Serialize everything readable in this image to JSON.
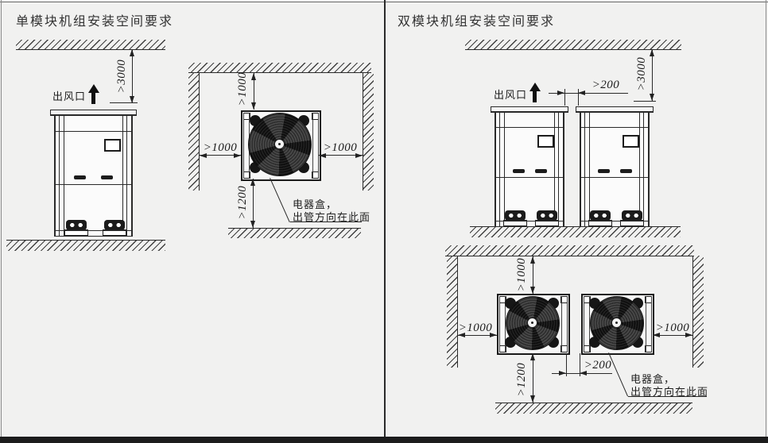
{
  "colors": {
    "background": "#f1f1f0",
    "line": "#2a2a2a",
    "fan_dark": "#161616",
    "bottom_bar": "#1c1c1c"
  },
  "panels": {
    "left": {
      "title": "单模块机组安装空间要求",
      "front_view": {
        "air_outlet": "出风口",
        "dim_ceiling": ">3000"
      },
      "top_view": {
        "dim_top": ">1000",
        "dim_left": ">1000",
        "dim_right": ">1000",
        "dim_bottom": ">1200",
        "note_line1": "电器盒，",
        "note_line2": "出管方向在此面"
      }
    },
    "right": {
      "title": "双模块机组安装空间要求",
      "front_view": {
        "air_outlet": "出风口",
        "dim_ceiling": ">3000",
        "dim_gap": ">200"
      },
      "top_view": {
        "dim_top": ">1000",
        "dim_left": ">1000",
        "dim_right": ">1000",
        "dim_bottom": ">1200",
        "dim_gap": ">200",
        "note_line1": "电器盒，",
        "note_line2": "出管方向在此面"
      }
    }
  }
}
